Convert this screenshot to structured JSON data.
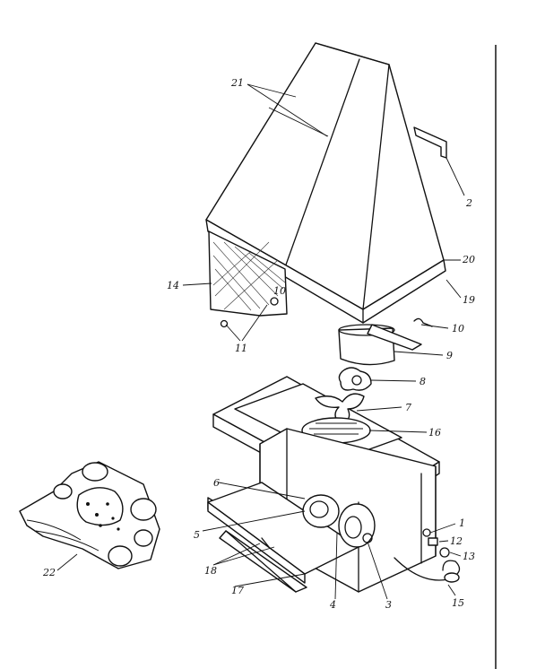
{
  "callouts": [
    {
      "id": "21",
      "label": "21"
    },
    {
      "id": "2",
      "label": "2"
    },
    {
      "id": "20",
      "label": "20"
    },
    {
      "id": "14",
      "label": "14"
    },
    {
      "id": "10a",
      "label": "10"
    },
    {
      "id": "19",
      "label": "19"
    },
    {
      "id": "10b",
      "label": "10"
    },
    {
      "id": "11",
      "label": "11"
    },
    {
      "id": "9",
      "label": "9"
    },
    {
      "id": "8",
      "label": "8"
    },
    {
      "id": "7",
      "label": "7"
    },
    {
      "id": "16",
      "label": "16"
    },
    {
      "id": "6",
      "label": "6"
    },
    {
      "id": "1",
      "label": "1"
    },
    {
      "id": "5",
      "label": "5"
    },
    {
      "id": "12",
      "label": "12"
    },
    {
      "id": "13",
      "label": "13"
    },
    {
      "id": "18",
      "label": "18"
    },
    {
      "id": "3",
      "label": "3"
    },
    {
      "id": "4",
      "label": "4"
    },
    {
      "id": "17",
      "label": "17"
    },
    {
      "id": "15",
      "label": "15"
    },
    {
      "id": "22",
      "label": "22"
    }
  ]
}
